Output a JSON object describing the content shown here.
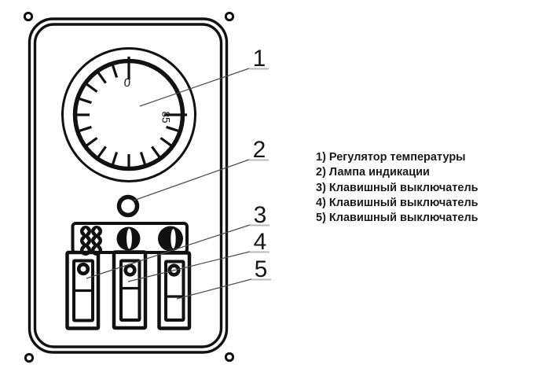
{
  "figure": {
    "dial": {
      "zero_label": "0",
      "max_label": "85"
    },
    "callouts": [
      "1",
      "2",
      "3",
      "4",
      "5"
    ],
    "legend": [
      "1) Регулятор температуры",
      "2) Лампа индикации",
      "3) Клавишный выключатель",
      "4) Клавишный выключатель",
      "5) Клавишный выключатель"
    ],
    "colors": {
      "line": "#111111",
      "leader_line": "#4a4a4a",
      "underline": "#b9b9b9",
      "background": "#ffffff"
    }
  }
}
